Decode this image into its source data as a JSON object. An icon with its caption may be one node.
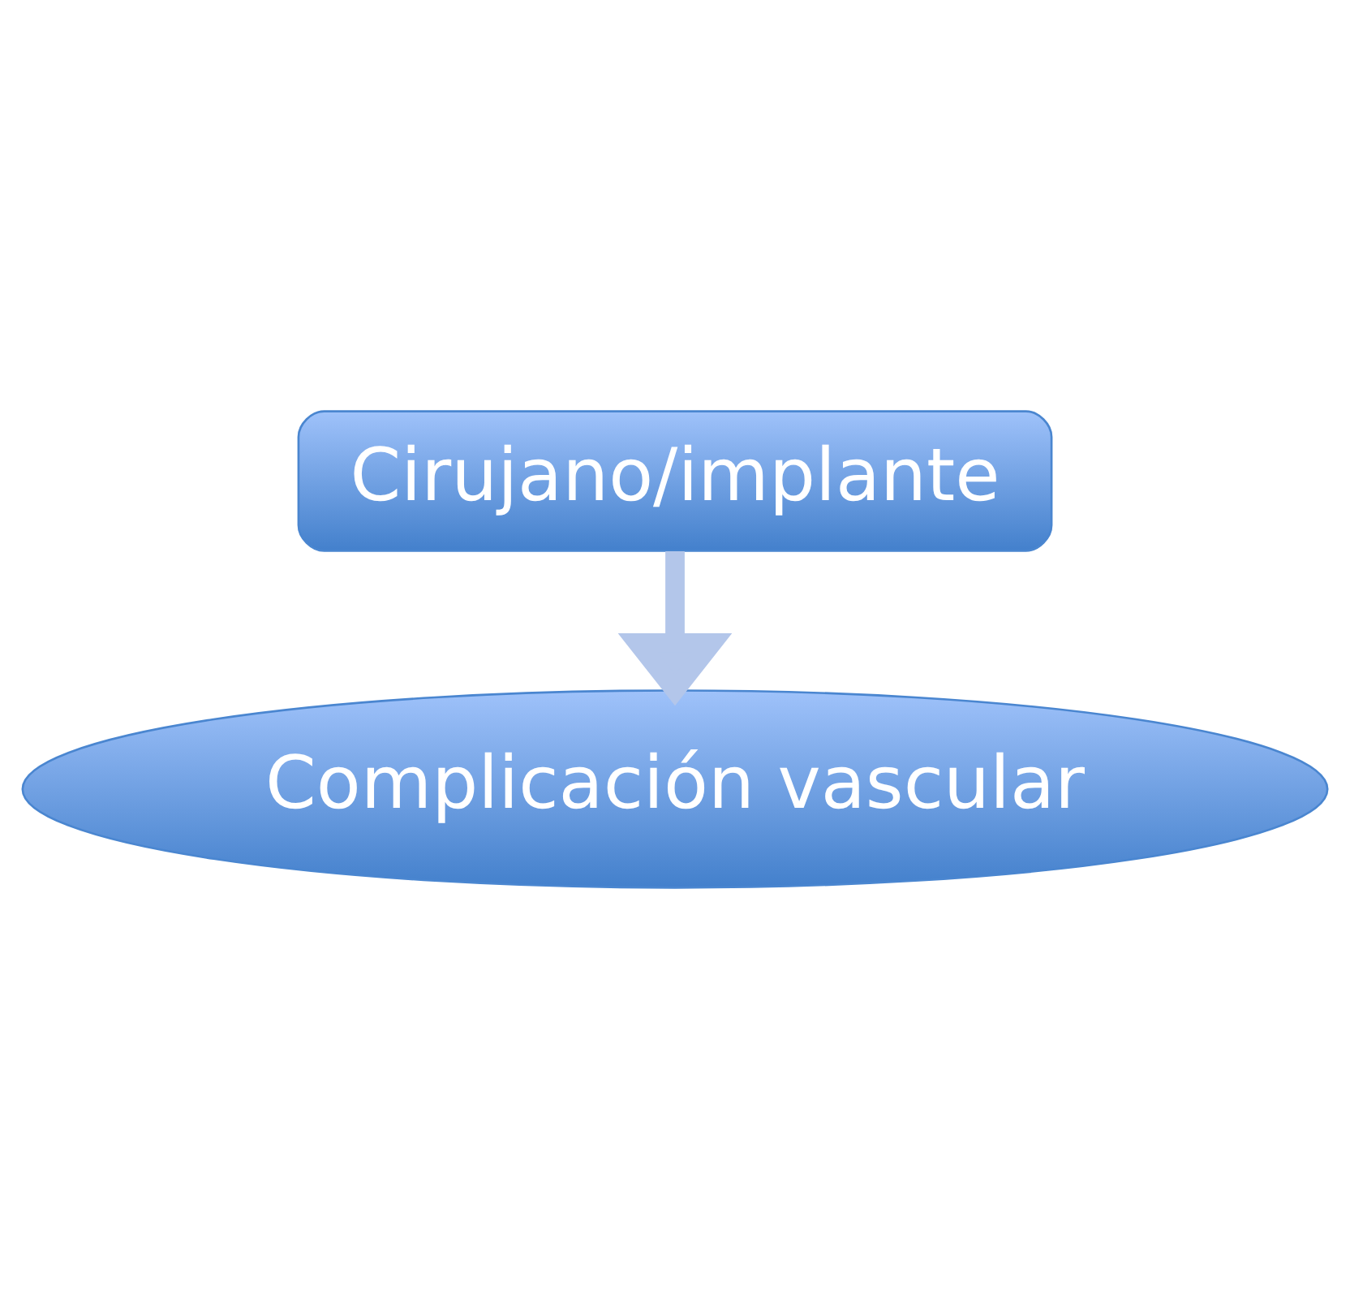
{
  "diagram": {
    "nodes": [
      {
        "text": [
          "Cirujano/implante"
        ]
      },
      {
        "text": [
          "Complicación vascular"
        ]
      }
    ],
    "edges": [
      {
        "from": 0,
        "to": 1,
        "arrow": "to"
      }
    ]
  }
}
